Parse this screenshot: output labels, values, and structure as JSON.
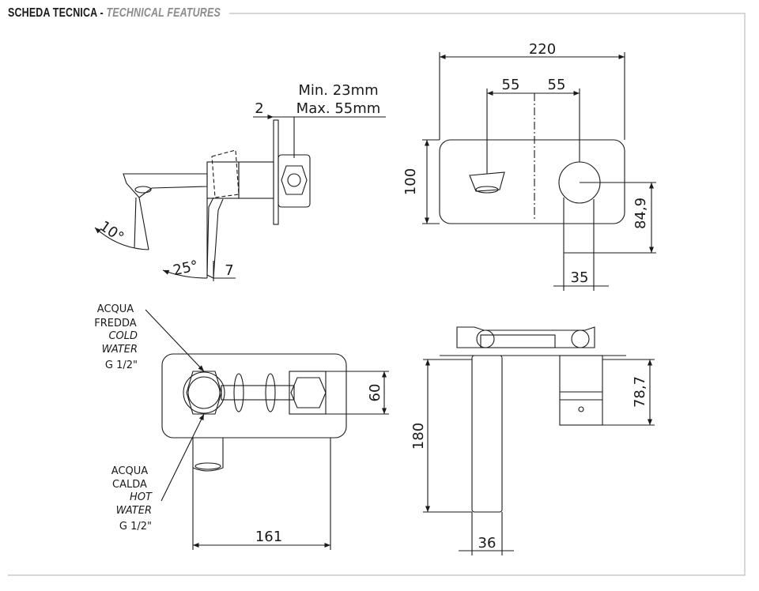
{
  "header": {
    "title": "SCHEDA TECNICA",
    "separator": " - ",
    "subtitle": "TECHNICAL FEATURES"
  },
  "side_view": {
    "wall_range_min": "Min. 23mm",
    "wall_range_max": "Max. 55mm",
    "plate_thickness": "2",
    "spout_angle": "10°",
    "lever_angle": "25°",
    "lever_offset": "7"
  },
  "front_view": {
    "width": "220",
    "axis_left": "55",
    "axis_right": "55",
    "height": "100",
    "lever_height": "84,9",
    "lever_width": "35"
  },
  "top_view": {
    "cold_it_1": "ACQUA",
    "cold_it_2": "FREDDA",
    "cold_en_1": "COLD",
    "cold_en_2": "WATER",
    "cold_thread": "G 1/2\"",
    "hot_it_1": "ACQUA",
    "hot_it_2": "CALDA",
    "hot_en_1": "HOT",
    "hot_en_2": "WATER",
    "hot_thread": "G 1/2\"",
    "body_depth": "60",
    "total_length": "161"
  },
  "side_section": {
    "projection": "180",
    "body_height": "78,7",
    "spout_width": "36"
  },
  "colors": {
    "line": "#1a1a1a",
    "frame": "#bdbdbd",
    "header_sub": "#8c8c8c"
  }
}
